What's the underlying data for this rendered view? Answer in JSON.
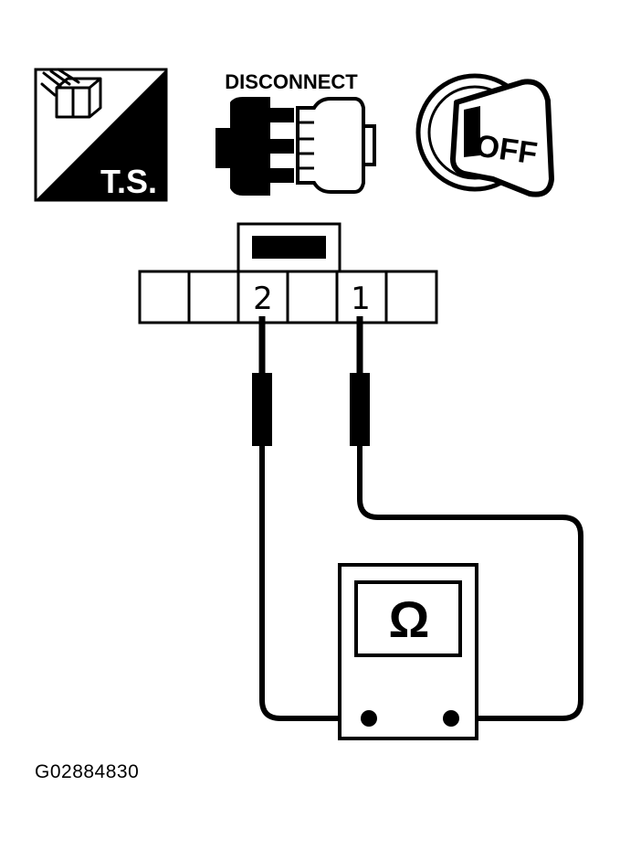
{
  "icons": {
    "ts": {
      "name": "test-stand-icon",
      "label": "T.S."
    },
    "disconnect": {
      "name": "disconnect-connector-icon",
      "label": "DISCONNECT"
    },
    "ignition": {
      "name": "ignition-key-off-icon",
      "label": "OFF"
    }
  },
  "connector": {
    "pins": [
      "",
      "",
      "2",
      "",
      "1",
      ""
    ]
  },
  "meter": {
    "symbol": "Ω"
  },
  "figure_id": "G02884830",
  "colors": {
    "ink": "#000000",
    "paper": "#ffffff"
  }
}
